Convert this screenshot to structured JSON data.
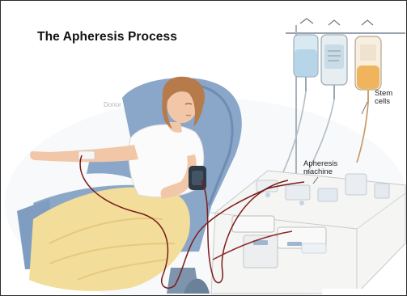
{
  "figure": {
    "title": "The Apheresis Process",
    "labels": {
      "donor": "Donor",
      "machine_line1": "Apheresis",
      "machine_line2": "machine",
      "stem_line1": "Stem",
      "stem_line2": "cells"
    }
  },
  "palette": {
    "chair": "#8ba7c7",
    "chair_shadow": "#6f8db3",
    "blanket": "#f2dc98",
    "skin": "#f1c7a7",
    "hair": "#b7784a",
    "shirt": "#fbfbfb",
    "tubing": "#7a1b1b",
    "machine": "#f3f3f1",
    "bag_blue": "#bcd6e6",
    "bag_orange": "#f0b45d"
  }
}
